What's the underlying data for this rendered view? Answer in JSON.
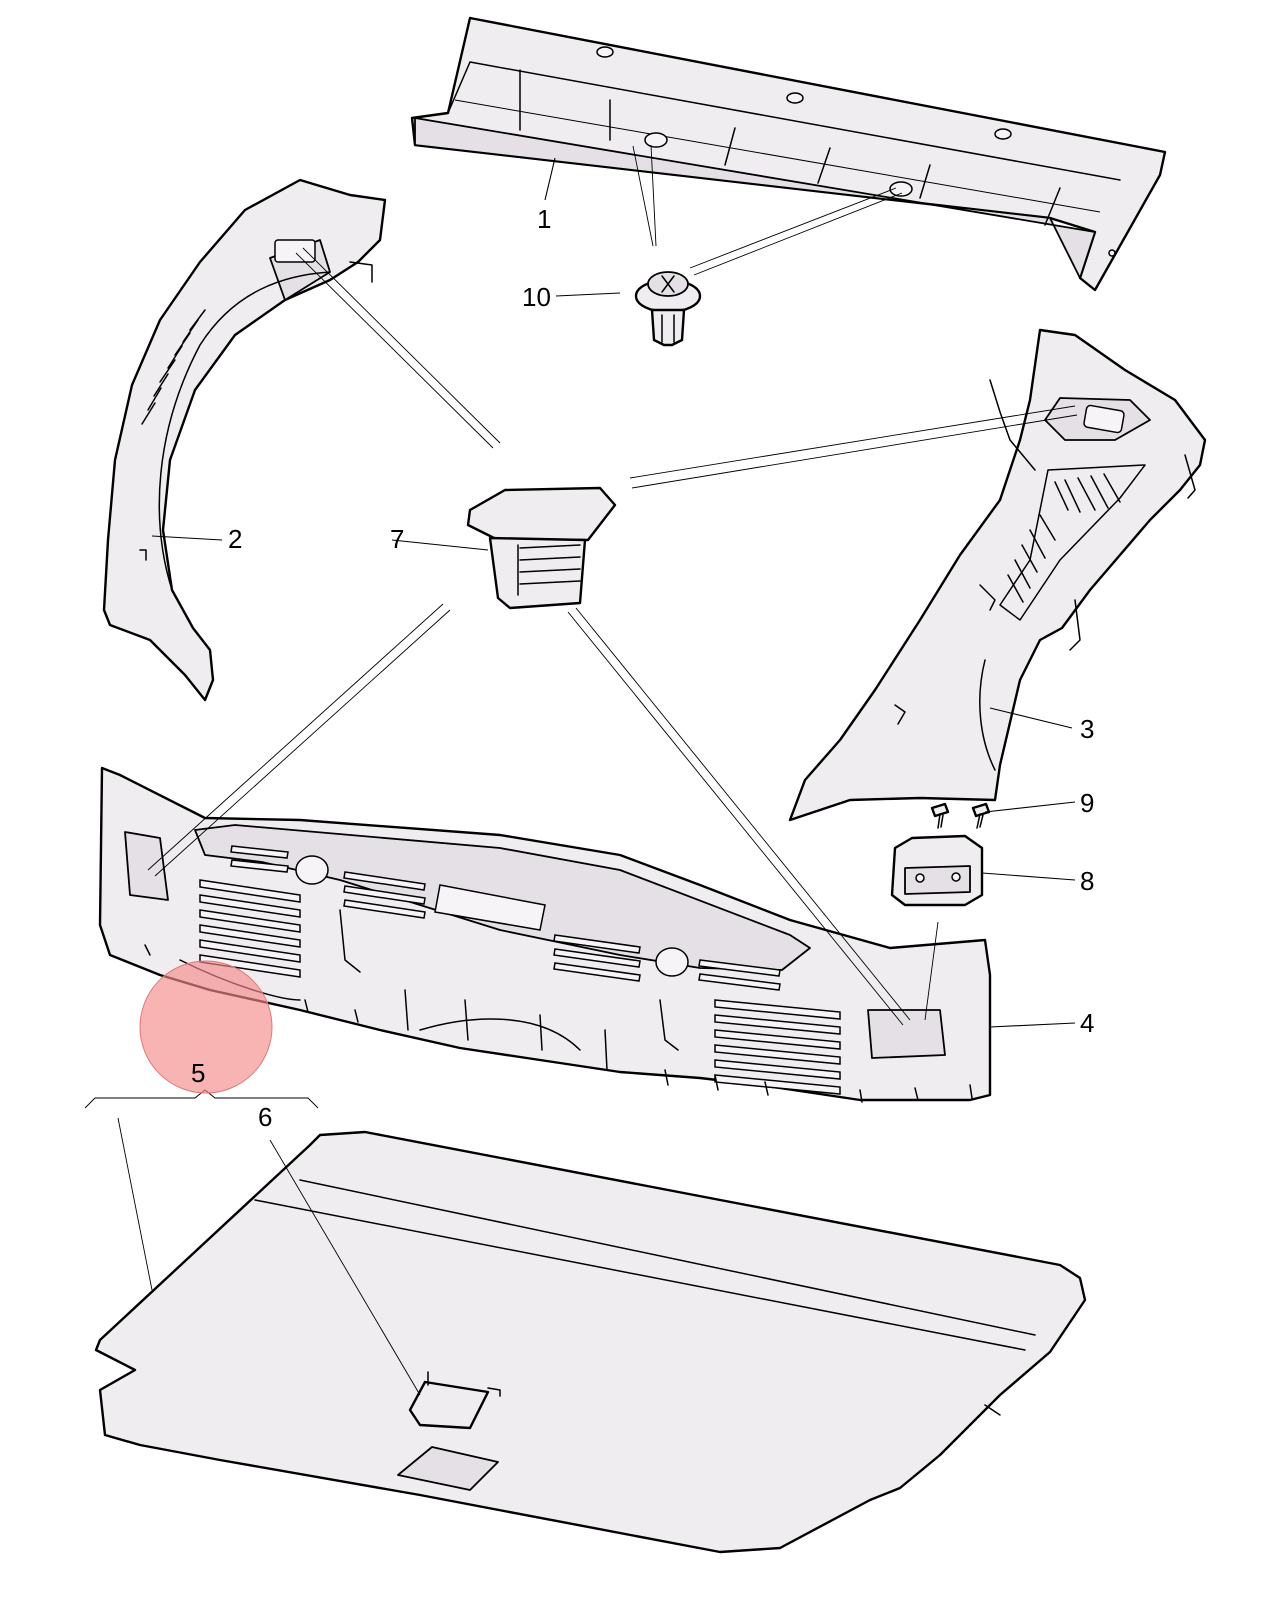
{
  "callouts": {
    "c1": "1",
    "c2": "2",
    "c3": "3",
    "c4": "4",
    "c5": "5",
    "c6": "6",
    "c7": "7",
    "c8": "8",
    "c9": "9",
    "c10": "10"
  },
  "colors": {
    "highlight": "#f48a8a",
    "line": "#000000",
    "part_fill": "#f0edf1"
  }
}
